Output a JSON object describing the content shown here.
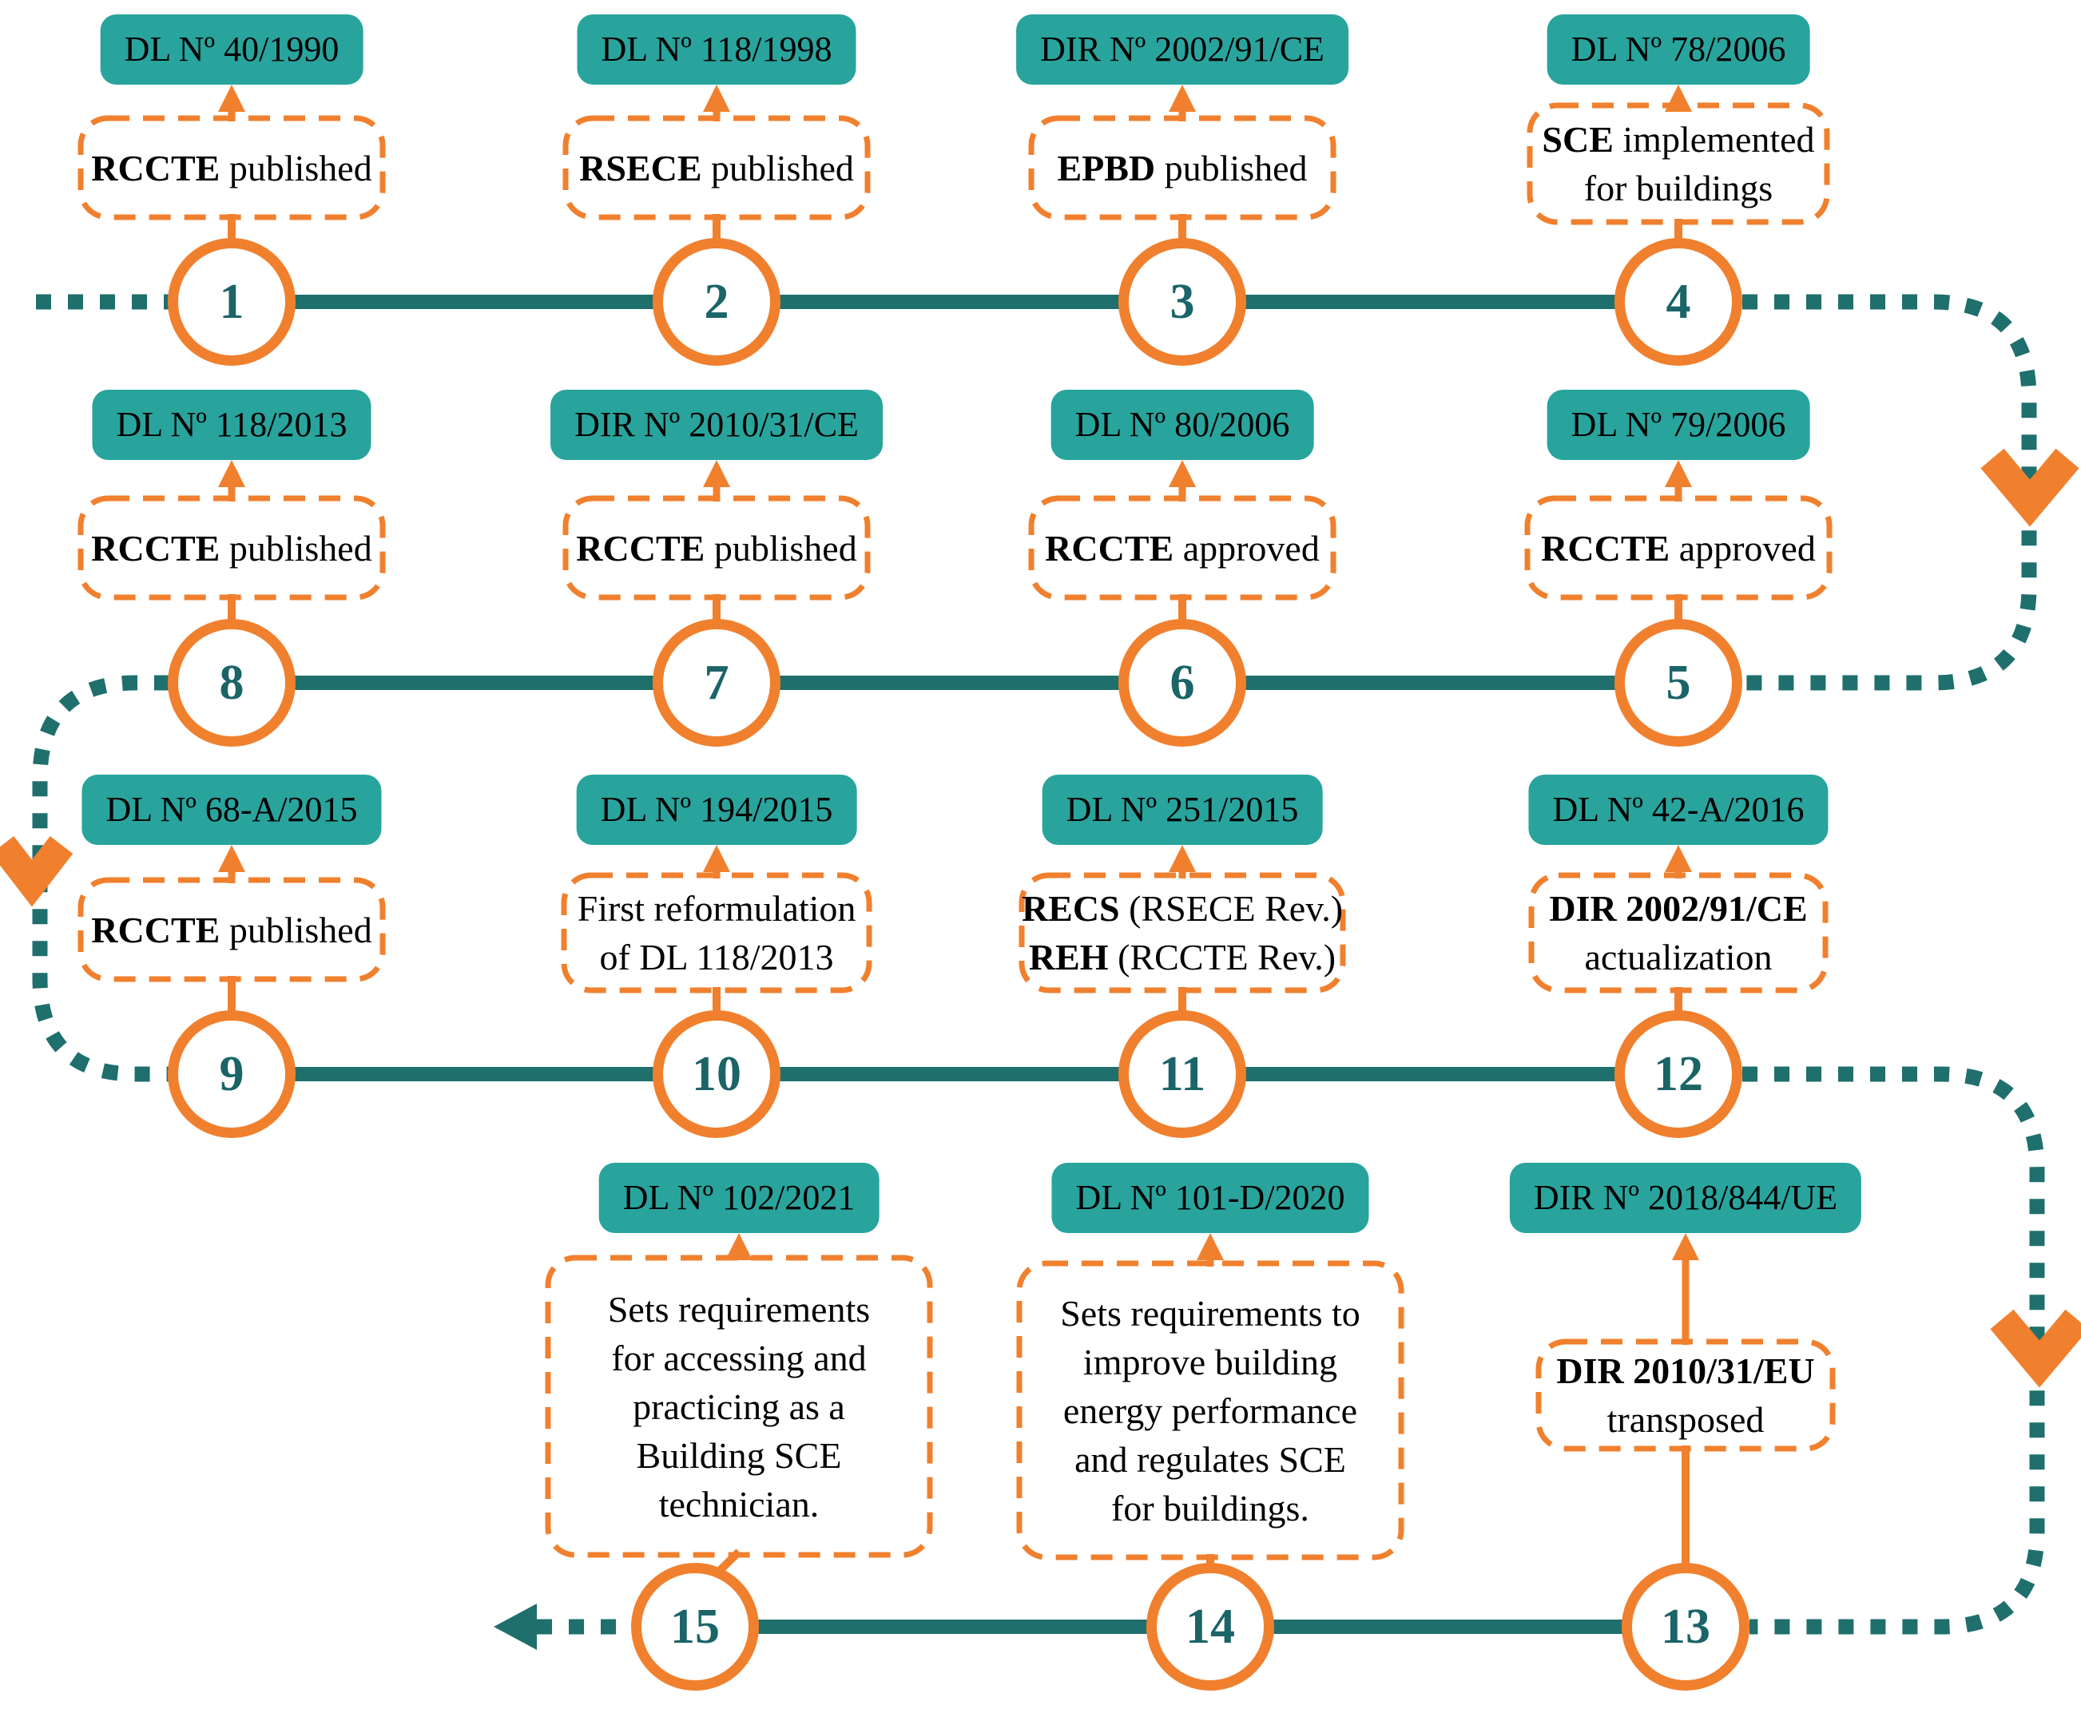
{
  "colors": {
    "orange": "#F0802E",
    "teal_badge": "#28A49D",
    "teal_dark": "#1F6F6D",
    "number_teal": "#1B6468",
    "text": "#000000",
    "background": "#FFFFFF"
  },
  "icons": {
    "chevron_down": "chevron-down-icon",
    "arrow_left": "arrow-left-icon",
    "arrow_up": "arrow-up-icon"
  },
  "nodes": [
    {
      "number": "1",
      "badge": "DL Nº 40/1990",
      "box_lines": [
        [
          {
            "text": "RCCTE",
            "bold": true
          },
          {
            "text": " published",
            "bold": false
          }
        ]
      ]
    },
    {
      "number": "2",
      "badge": "DL Nº 118/1998",
      "box_lines": [
        [
          {
            "text": "RSECE",
            "bold": true
          },
          {
            "text": " published",
            "bold": false
          }
        ]
      ]
    },
    {
      "number": "3",
      "badge": "DIR Nº 2002/91/CE",
      "box_lines": [
        [
          {
            "text": "EPBD",
            "bold": true
          },
          {
            "text": " published",
            "bold": false
          }
        ]
      ]
    },
    {
      "number": "4",
      "badge": "DL Nº 78/2006",
      "box_lines": [
        [
          {
            "text": "SCE",
            "bold": true
          },
          {
            "text": " implemented",
            "bold": false
          }
        ],
        [
          {
            "text": "for buildings",
            "bold": false
          }
        ]
      ]
    },
    {
      "number": "5",
      "badge": "DL Nº 79/2006",
      "box_lines": [
        [
          {
            "text": "RCCTE",
            "bold": true
          },
          {
            "text": " approved",
            "bold": false
          }
        ]
      ]
    },
    {
      "number": "6",
      "badge": "DL Nº 80/2006",
      "box_lines": [
        [
          {
            "text": "RCCTE",
            "bold": true
          },
          {
            "text": " approved",
            "bold": false
          }
        ]
      ]
    },
    {
      "number": "7",
      "badge": "DIR Nº 2010/31/CE",
      "box_lines": [
        [
          {
            "text": "RCCTE",
            "bold": true
          },
          {
            "text": " published",
            "bold": false
          }
        ]
      ]
    },
    {
      "number": "8",
      "badge": "DL Nº 118/2013",
      "box_lines": [
        [
          {
            "text": "RCCTE",
            "bold": true
          },
          {
            "text": " published",
            "bold": false
          }
        ]
      ]
    },
    {
      "number": "9",
      "badge": "DL Nº 68-A/2015",
      "box_lines": [
        [
          {
            "text": "RCCTE",
            "bold": true
          },
          {
            "text": " published",
            "bold": false
          }
        ]
      ]
    },
    {
      "number": "10",
      "badge": "DL Nº 194/2015",
      "box_lines": [
        [
          {
            "text": "First reformulation",
            "bold": false
          }
        ],
        [
          {
            "text": "of DL 118/2013",
            "bold": false
          }
        ]
      ]
    },
    {
      "number": "11",
      "badge": "DL Nº 251/2015",
      "box_lines": [
        [
          {
            "text": "RECS",
            "bold": true
          },
          {
            "text": " (RSECE Rev.)",
            "bold": false
          }
        ],
        [
          {
            "text": "REH",
            "bold": true
          },
          {
            "text": " (RCCTE Rev.)",
            "bold": false
          }
        ]
      ]
    },
    {
      "number": "12",
      "badge": "DL Nº 42-A/2016",
      "box_lines": [
        [
          {
            "text": "DIR 2002/91/CE",
            "bold": true
          }
        ],
        [
          {
            "text": "actualization",
            "bold": false
          }
        ]
      ]
    },
    {
      "number": "13",
      "badge": "DIR Nº 2018/844/UE",
      "box_lines": [
        [
          {
            "text": "DIR 2010/31/EU",
            "bold": true
          }
        ],
        [
          {
            "text": "transposed",
            "bold": false
          }
        ]
      ]
    },
    {
      "number": "14",
      "badge": "DL Nº 101-D/2020",
      "box_lines": [
        [
          {
            "text": "Sets requirements to",
            "bold": false
          }
        ],
        [
          {
            "text": "improve building",
            "bold": false
          }
        ],
        [
          {
            "text": "energy performance",
            "bold": false
          }
        ],
        [
          {
            "text": "and regulates SCE",
            "bold": false
          }
        ],
        [
          {
            "text": "for buildings.",
            "bold": false
          }
        ]
      ]
    },
    {
      "number": "15",
      "badge": "DL Nº 102/2021",
      "box_lines": [
        [
          {
            "text": "Sets requirements",
            "bold": false
          }
        ],
        [
          {
            "text": "for accessing and",
            "bold": false
          }
        ],
        [
          {
            "text": "practicing as a",
            "bold": false
          }
        ],
        [
          {
            "text": "Building SCE",
            "bold": false
          }
        ],
        [
          {
            "text": "technician.",
            "bold": false
          }
        ]
      ]
    }
  ]
}
